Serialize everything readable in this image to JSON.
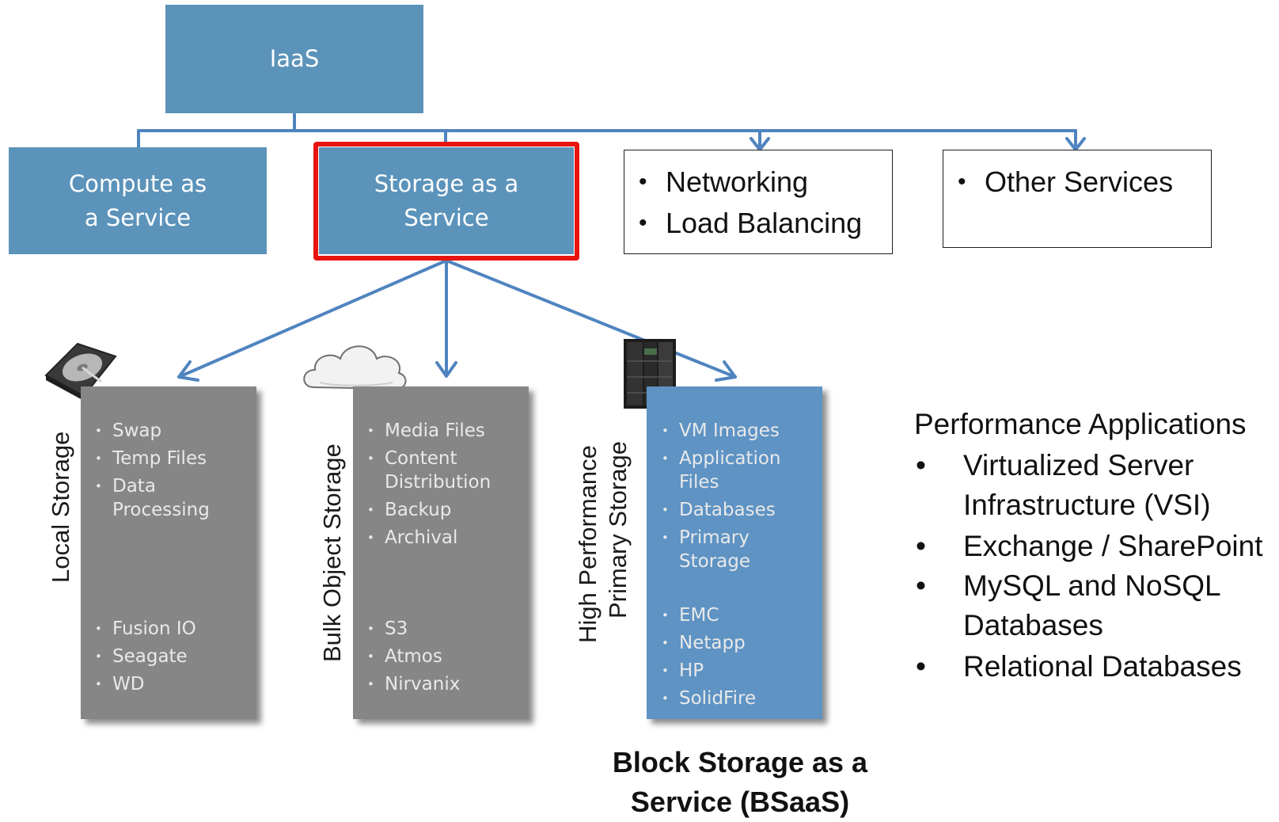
{
  "top": {
    "label": "IaaS"
  },
  "services": {
    "compute": "Compute as a Service",
    "storage": "Storage as a Service",
    "networking_items": [
      "Networking",
      "Load Balancing"
    ],
    "other_items": [
      "Other Services"
    ]
  },
  "storage_types": {
    "local": {
      "title": "Local Storage",
      "uses": [
        "Swap",
        "Temp Files",
        "Data Processing"
      ],
      "vendors": [
        "Fusion IO",
        "Seagate",
        "WD"
      ]
    },
    "bulk": {
      "title": "Bulk Object Storage",
      "uses": [
        "Media Files",
        "Content Distribution",
        "Backup",
        "Archival"
      ],
      "vendors": [
        "S3",
        "Atmos",
        "Nirvanix"
      ]
    },
    "high": {
      "title_line1": "High Performance",
      "title_line2": "Primary Storage",
      "uses": [
        "VM Images",
        "Application Files",
        "Databases",
        "Primary Storage"
      ],
      "vendors": [
        "EMC",
        "Netapp",
        "HP",
        "SolidFire"
      ]
    }
  },
  "bsaas_label": "Block Storage as a Service (BSaaS)",
  "performance": {
    "title": "Performance Applications",
    "items": [
      "Virtualized Server Infrastructure (VSI)",
      "Exchange / SharePoint",
      "MySQL and NoSQL Databases",
      "Relational Databases"
    ]
  },
  "colors": {
    "teal": "#5b93ba",
    "highlight": "#e8140f",
    "arrow": "#4f84bf",
    "gray_panel": "#868686",
    "blue_panel": "#5e93c4"
  },
  "icons": [
    "hard-drive-icon",
    "cloud-icon",
    "server-rack-icon"
  ]
}
